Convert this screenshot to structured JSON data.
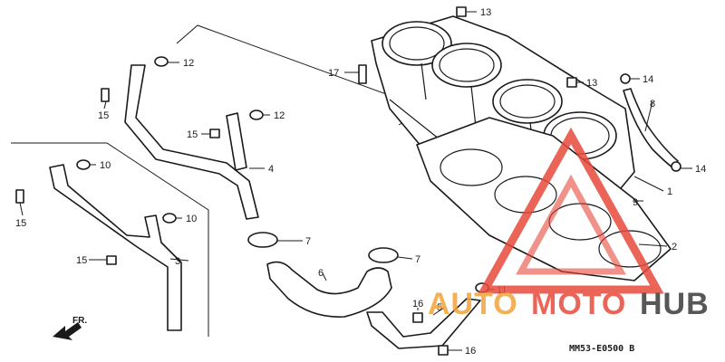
{
  "diagram": {
    "catalog_code": "MM53-E0500 B",
    "front_marker": "FR.",
    "parts": [
      {
        "ref": "1"
      },
      {
        "ref": "2"
      },
      {
        "ref": "3"
      },
      {
        "ref": "4"
      },
      {
        "ref": "5"
      },
      {
        "ref": "6"
      },
      {
        "ref": "7"
      },
      {
        "ref": "7"
      },
      {
        "ref": "8"
      },
      {
        "ref": "9"
      },
      {
        "ref": "10"
      },
      {
        "ref": "10"
      },
      {
        "ref": "11"
      },
      {
        "ref": "12"
      },
      {
        "ref": "12"
      },
      {
        "ref": "13"
      },
      {
        "ref": "13"
      },
      {
        "ref": "14"
      },
      {
        "ref": "14"
      },
      {
        "ref": "15"
      },
      {
        "ref": "15"
      },
      {
        "ref": "15"
      },
      {
        "ref": "15"
      },
      {
        "ref": "16"
      },
      {
        "ref": "16"
      },
      {
        "ref": "17"
      }
    ]
  },
  "watermark": {
    "text_a": "AUTO",
    "text_b": "MOTO",
    "text_c": "HUB",
    "color_primary": "#e84a3c",
    "color_secondary": "#f2a33a",
    "color_dark": "#3a3a3a"
  }
}
